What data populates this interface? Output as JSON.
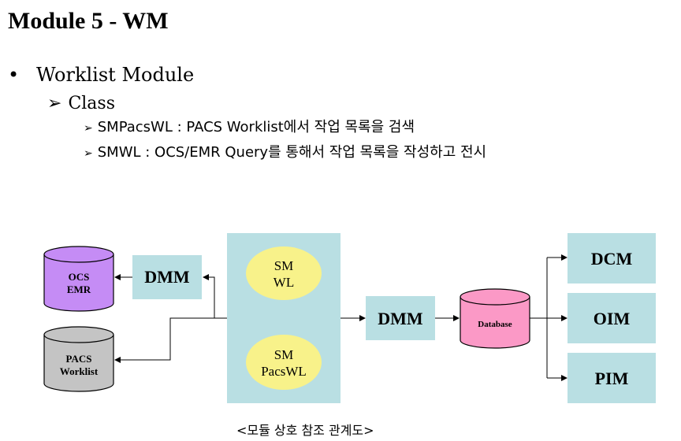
{
  "title": "Module 5 - WM",
  "bullets": {
    "level1_marker": "•",
    "level1": "Worklist Module",
    "level2_marker": "➢",
    "level2": "Class",
    "level3": [
      "SMPacsWL : PACS Worklist에서 작업 목록을 검색",
      "SMWL : OCS/EMR Query를 통해서 작업 목록을 작성하고 전시"
    ]
  },
  "diagram": {
    "ocs_emr": [
      "OCS",
      "EMR"
    ],
    "pacs_worklist": [
      "PACS",
      "Worklist"
    ],
    "dmm_left": "DMM",
    "sm_wl": [
      "SM",
      "WL"
    ],
    "sm_pacswl": [
      "SM",
      "PacsWL"
    ],
    "dmm_right": "DMM",
    "database": "Database",
    "dcm": "DCM",
    "oim": "OIM",
    "pim": "PIM",
    "colors": {
      "box_fill": "#b9dfe3",
      "ellipse_fill": "#f8f28a",
      "ocs_fill": "#c58cf5",
      "pacs_fill": "#c4c4c4",
      "db_fill": "#fb99c6"
    }
  },
  "caption": "<모듈 상호 참조 관계도>"
}
